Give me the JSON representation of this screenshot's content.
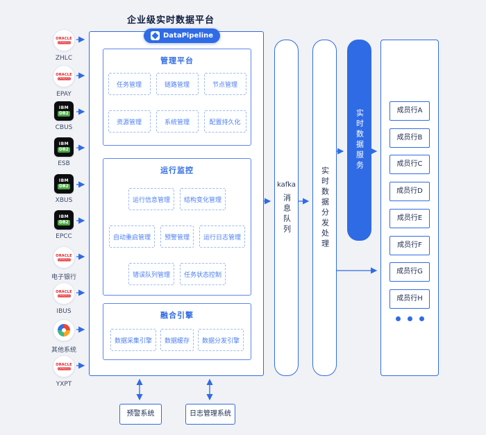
{
  "title": "企业级实时数据平台",
  "brand": {
    "name": "DataPipeline"
  },
  "colors": {
    "accent": "#2f6be4",
    "dark_text": "#1b2a4e",
    "background": "#f1f2f6",
    "oracle_red": "#e21b22",
    "db2_green": "#49a942"
  },
  "icons": {
    "oracle": {
      "line1": "ORACLE",
      "line2": "DATABASE"
    },
    "db2": {
      "line1": "IBM",
      "line2": "DB2"
    },
    "other": "multicolor-system-icon"
  },
  "sources": [
    {
      "label": "ZHLC",
      "icon": "oracle-database"
    },
    {
      "label": "EPAY",
      "icon": "oracle-database"
    },
    {
      "label": "CBUS",
      "icon": "ibm-db2"
    },
    {
      "label": "ESB",
      "icon": "ibm-db2"
    },
    {
      "label": "XBUS",
      "icon": "ibm-db2"
    },
    {
      "label": "EPCC",
      "icon": "ibm-db2"
    },
    {
      "label": "电子银行",
      "icon": "oracle-database"
    },
    {
      "label": "IBUS",
      "icon": "oracle-database"
    },
    {
      "label": "其他系统",
      "icon": "other"
    },
    {
      "label": "YXPT",
      "icon": "oracle-database"
    }
  ],
  "platform": {
    "management": {
      "title": "管理平台",
      "items": [
        "任务管理",
        "链路管理",
        "节点管理",
        "资源管理",
        "系统管理",
        "配置持久化"
      ]
    },
    "monitoring": {
      "title": "运行监控",
      "items": [
        "运行信息管理",
        "结构变化管理",
        "自动重启管理",
        "预警管理",
        "运行日志管理",
        "错误队列管理",
        "任务状态控制"
      ]
    },
    "engine": {
      "title": "融合引擎",
      "items": [
        "数据采集引擎",
        "数据缓存",
        "数据分发引擎"
      ]
    }
  },
  "pipeline": {
    "kafka": {
      "en": "kafka",
      "zh": "消息队列"
    },
    "distribution": "实时数据分发处理",
    "service": "实时数据服务"
  },
  "members": {
    "items": [
      "成员行A",
      "成员行B",
      "成员行C",
      "成员行D",
      "成员行E",
      "成员行F",
      "成员行G",
      "成员行H"
    ]
  },
  "external": {
    "alert": "预警系统",
    "log": "日志管理系统"
  }
}
